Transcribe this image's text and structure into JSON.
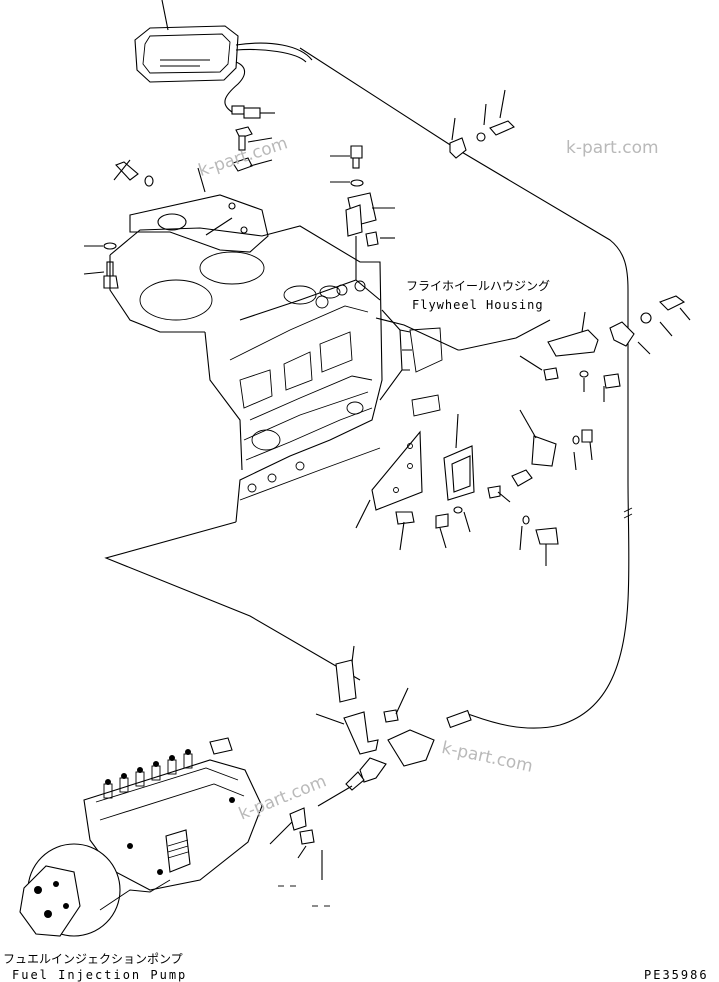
{
  "labels": {
    "flywheel_housing_jp": "フライホイールハウジング",
    "flywheel_housing_en": "Flywheel Housing",
    "fuel_injection_pump_jp": "フュエルインジェクションポンプ",
    "fuel_injection_pump_en": "Fuel Injection Pump",
    "drawing_code": "PE35986"
  },
  "watermarks": [
    "k-part.com",
    "k-part.com",
    "k-part.com",
    "k-part.com"
  ]
}
